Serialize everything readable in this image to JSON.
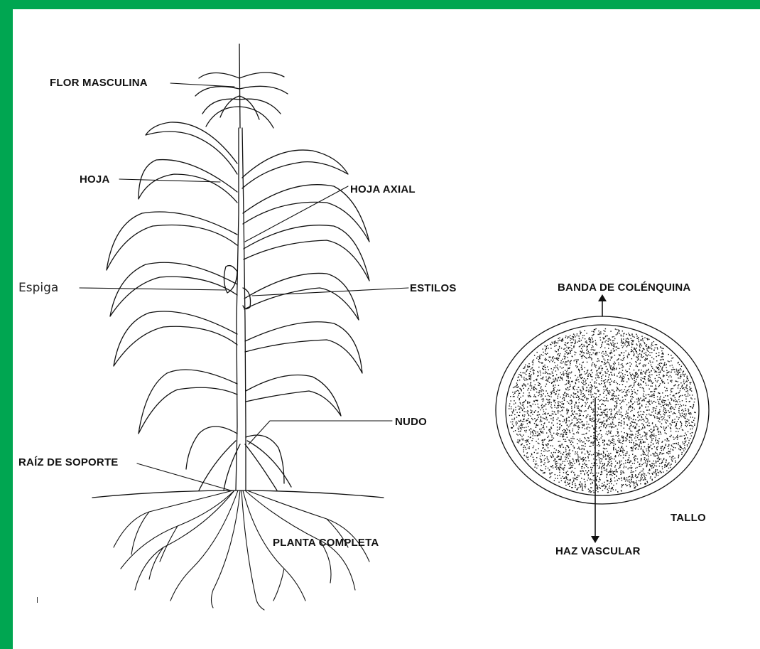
{
  "colors": {
    "frame": "#00a651",
    "ink": "#111111"
  },
  "plant_labels": {
    "flor_masculina": "FLOR MASCULINA",
    "hoja": "HOJA",
    "hoja_axial": "HOJA AXIAL",
    "espiga": "Espiga",
    "estilos": "ESTILOS",
    "nudo": "NUDO",
    "raiz_soporte": "RAÍZ DE SOPORTE",
    "planta_completa": "PLANTA COMPLETA"
  },
  "stem_labels": {
    "banda": "BANDA DE COLÉNQUINA",
    "tallo": "TALLO",
    "haz": "HAZ VASCULAR"
  }
}
